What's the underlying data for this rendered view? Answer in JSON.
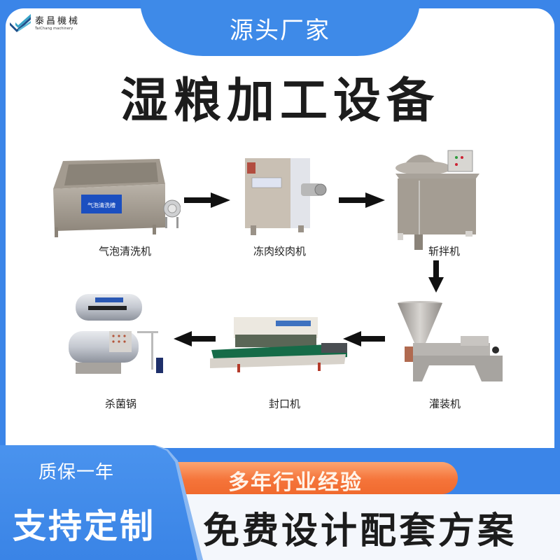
{
  "brand": {
    "logo_cn": "泰昌機械",
    "logo_en": "TaiChang machinery"
  },
  "header": {
    "tag": "源头厂家",
    "title": "湿粮加工设备"
  },
  "process": {
    "steps": [
      {
        "order": 1,
        "label": "气泡清洗机",
        "panel_text": "气泡清洗槽"
      },
      {
        "order": 2,
        "label": "冻肉绞肉机"
      },
      {
        "order": 3,
        "label": "斩拌机"
      },
      {
        "order": 4,
        "label": "灌装机"
      },
      {
        "order": 5,
        "label": "封口机"
      },
      {
        "order": 6,
        "label": "杀菌锅"
      }
    ],
    "arrow_color": "#111111"
  },
  "banners": {
    "warranty": "质保一年",
    "custom": "支持定制",
    "experience": "多年行业经验",
    "design": "免费设计配套方案"
  },
  "colors": {
    "frame_blue": "#3b85e8",
    "orange": "#f5743a",
    "title_text": "#1c1c1c",
    "card": "#ffffff"
  }
}
